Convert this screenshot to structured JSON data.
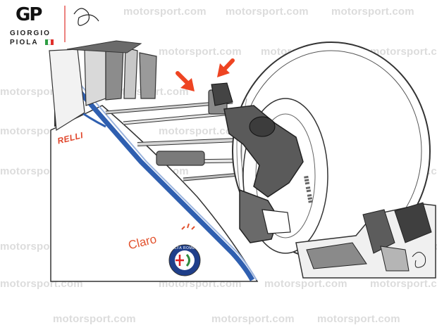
{
  "watermark": {
    "text": "motorsport.com"
  },
  "logo": {
    "monogram": "GP",
    "line1": "GIORGIO",
    "line2": "PIOLA",
    "flag_colors": [
      "#2e9e44",
      "#ffffff",
      "#e0302b"
    ]
  },
  "livery": {
    "sponsor_1": "RELLI",
    "sponsor_2": "Claro",
    "badge_top": "ALFA ROMEO",
    "colors": {
      "stripe_blue": "#2f5fb0",
      "accent_red": "#e0462b",
      "body_white": "#ffffff"
    }
  },
  "annotations": {
    "arrow_color": "#ee4422",
    "arrow_count": 2
  }
}
